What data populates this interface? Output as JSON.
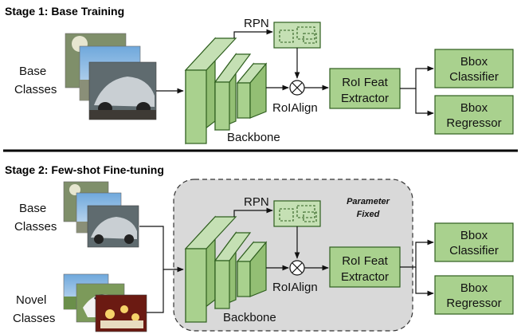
{
  "stage1": {
    "title": "Stage 1: Base Training",
    "input_label_line1": "Base",
    "input_label_line2": "Classes",
    "rpn": "RPN",
    "roialign": "RoIAlign",
    "backbone": "Backbone",
    "extractor_line1": "RoI Feat",
    "extractor_line2": "Extractor",
    "classifier_line1": "Bbox",
    "classifier_line2": "Classifier",
    "regressor_line1": "Bbox",
    "regressor_line2": "Regressor"
  },
  "stage2": {
    "title": "Stage 2: Few-shot Fine-tuning",
    "base_label_line1": "Base",
    "base_label_line2": "Classes",
    "novel_label_line1": "Novel",
    "novel_label_line2": "Classes",
    "fixed_line1": "Parameter",
    "fixed_line2": "Fixed",
    "rpn": "RPN",
    "roialign": "RoIAlign",
    "backbone": "Backbone",
    "extractor_line1": "RoI Feat",
    "extractor_line2": "Extractor",
    "classifier_line1": "Bbox",
    "classifier_line2": "Classifier",
    "regressor_line1": "Bbox",
    "regressor_line2": "Regressor"
  },
  "colors": {
    "module_fill": "#a9d18e",
    "module_stroke": "#2f5f1f",
    "frozen_region": "#d9d9d9"
  }
}
